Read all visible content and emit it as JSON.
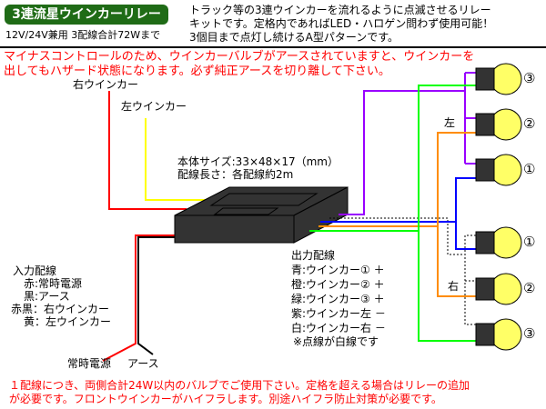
{
  "header": {
    "title": "3連流星ウインカーリレー",
    "subtitle": "12V/24V兼用 3配線合計72Wまで",
    "description": [
      "トラック等の3連ウインカーを流れるように点滅させるリレー",
      "キットです。定格内であればLED・ハロゲン問わず使用可能！",
      "3個目まで点灯し続けるA型パターンです。"
    ]
  },
  "warning_top": [
    "マイナスコントロールのため、ウインカーバルブがアースされていますと、ウインカーを",
    "出してもハザード状態になります。必ず純正アースを切り離して下さい。"
  ],
  "input_labels": {
    "right_blinker": "右ウインカー",
    "left_blinker": "左ウインカー",
    "power": "常時電源",
    "ground": "アース"
  },
  "unit": {
    "size": "本体サイズ:33×48×17（mm）",
    "wire_length": "配線長さ：各配線約2m"
  },
  "input_wiring": {
    "title": "入力配線",
    "items": [
      "赤:常時電源",
      "黒:アース",
      "赤黒：右ウインカー",
      "黄：左ウインカー"
    ]
  },
  "output_wiring": {
    "title": "出力配線",
    "items": [
      "青:ウインカー① ＋",
      "橙:ウインカー② ＋",
      "緑:ウインカー③ ＋",
      "紫:ウインカー左 －",
      "白:ウインカー右 －"
    ],
    "note": "※点線が白線です"
  },
  "bulbs": {
    "left_label": "左",
    "right_label": "右",
    "left": [
      "③",
      "②",
      "①"
    ],
    "right": [
      "①",
      "②",
      "③"
    ]
  },
  "warning_bottom": [
    "１配線につき、両側合計24W以内のバルブでご使用下さい。定格を超える場合はリレーの追加",
    "が必要です。フロントウインカーがハイフラします。別途ハイフラ防止対策が必要です。"
  ],
  "colors": {
    "title_bg": "#1f6b16",
    "warning": "#ff0000",
    "bulb": "#ffff66",
    "purple": "#9900ff",
    "green": "#00ff00",
    "orange": "#ff8c00",
    "blue": "#0000ff",
    "red": "#ff0000",
    "yellow": "#ffff00"
  }
}
